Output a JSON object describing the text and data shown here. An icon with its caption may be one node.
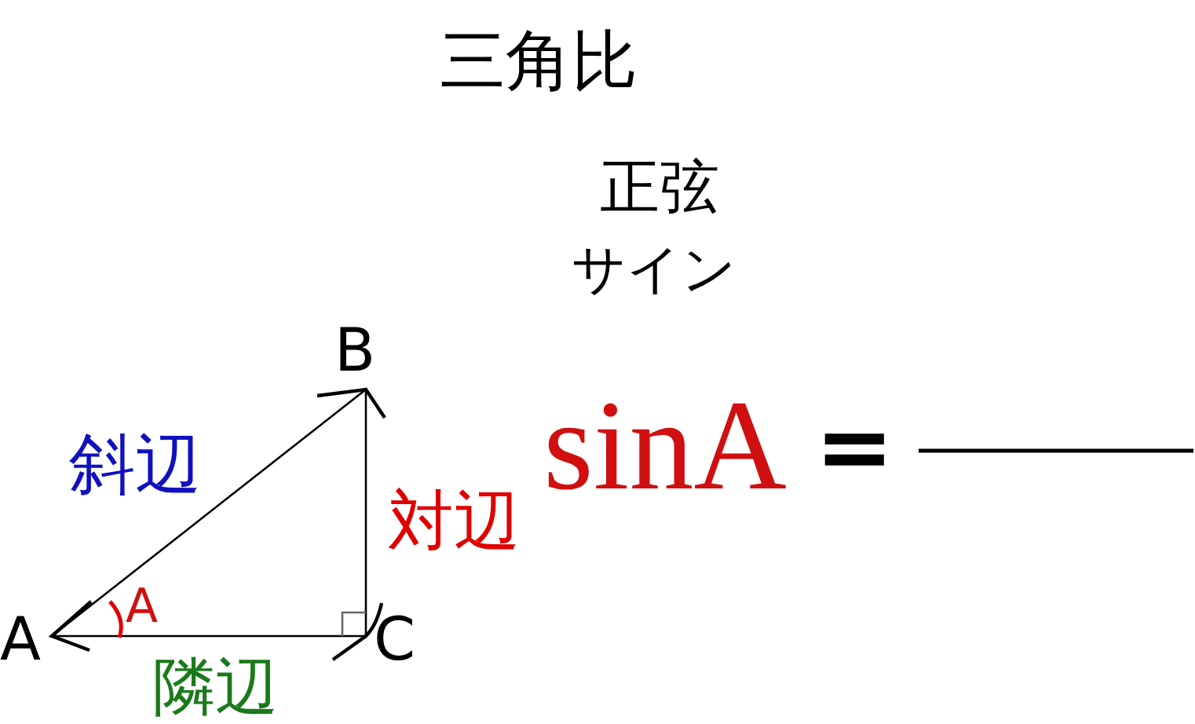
{
  "diagram": {
    "title": "三角比",
    "labels": [
      "正弦",
      "サイン",
      "B",
      "斜辺",
      "sinA",
      "=",
      "対辺",
      "A",
      "A",
      "C",
      "隣辺"
    ]
  }
}
